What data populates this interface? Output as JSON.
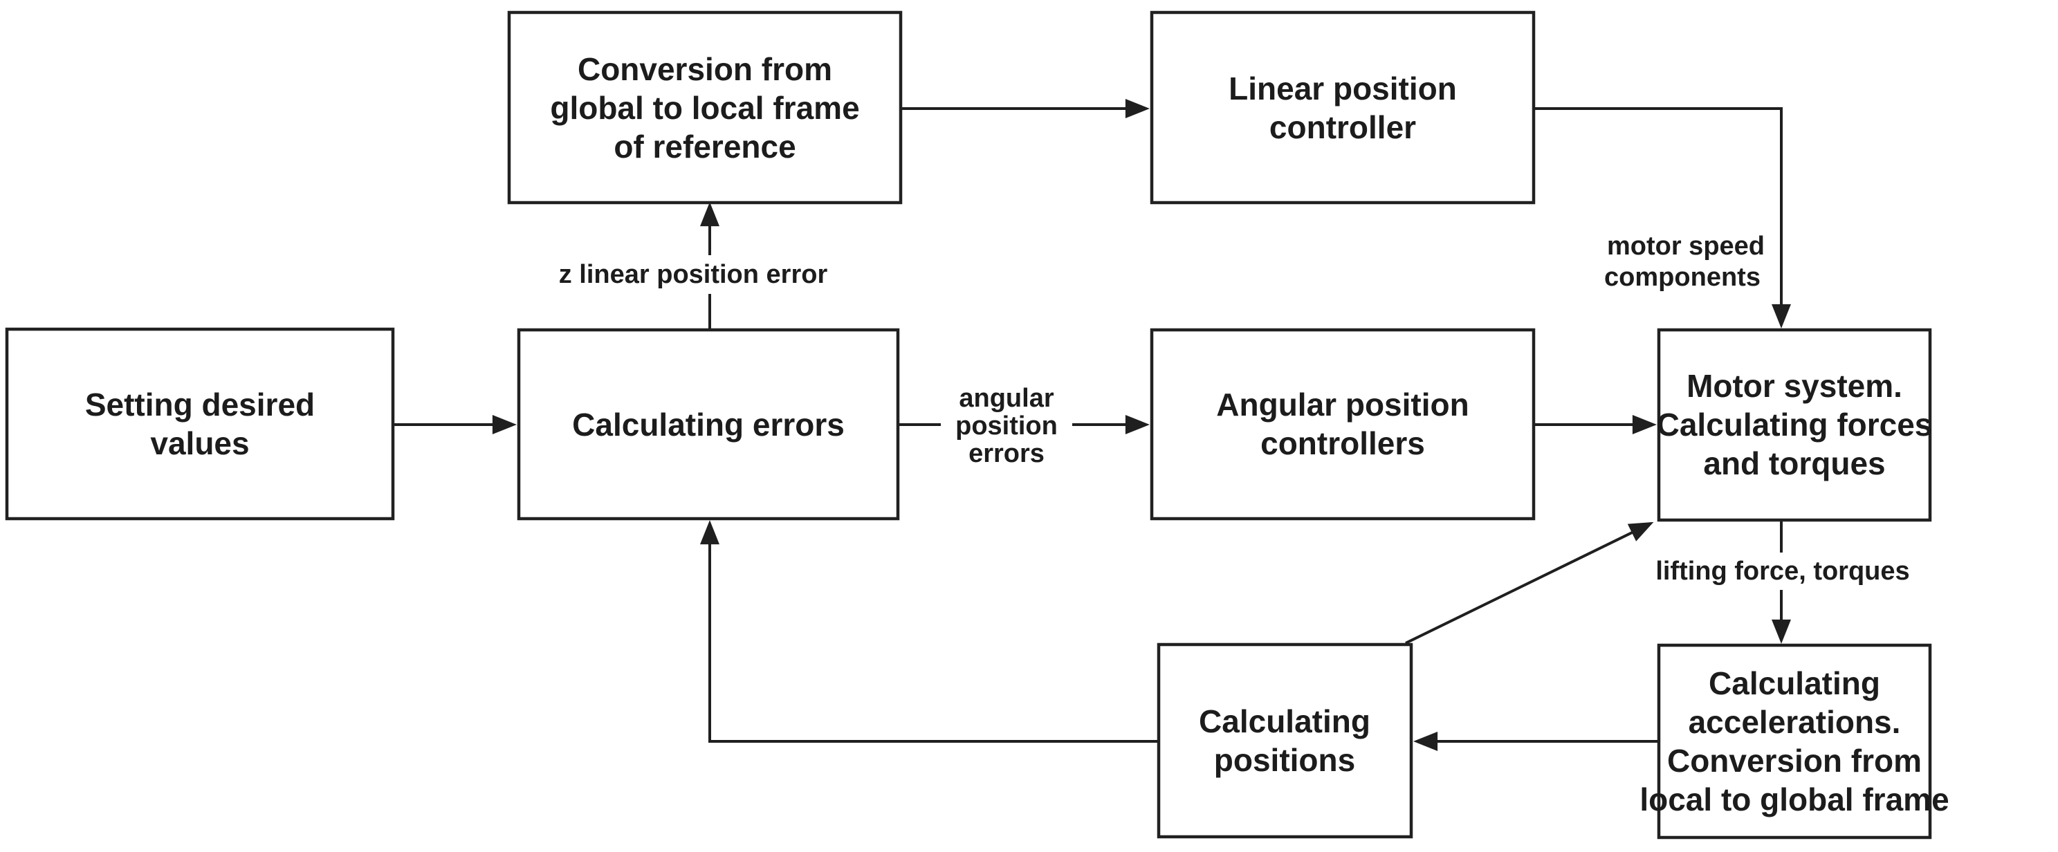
{
  "diagram": {
    "type": "flowchart",
    "colors": {
      "background": "#ffffff",
      "box_border": "#212121",
      "arrow": "#1f1f1f",
      "text": "#1c1c1c"
    },
    "nodes": [
      {
        "id": "conversion-global-to-local",
        "lines": [
          "Conversion from",
          "global to local frame",
          "of reference"
        ]
      },
      {
        "id": "linear-position-controller",
        "lines": [
          "Linear position",
          "controller"
        ]
      },
      {
        "id": "setting-desired-values",
        "lines": [
          "Setting desired",
          "values"
        ]
      },
      {
        "id": "calculating-errors",
        "lines": [
          "Calculating errors"
        ]
      },
      {
        "id": "angular-position-controllers",
        "lines": [
          "Angular position",
          "controllers"
        ]
      },
      {
        "id": "motor-system",
        "lines": [
          "Motor system.",
          "Calculating forces",
          "and torques"
        ]
      },
      {
        "id": "calculating-positions",
        "lines": [
          "Calculating",
          "positions"
        ]
      },
      {
        "id": "calculating-accelerations",
        "lines": [
          "Calculating",
          "accelerations.",
          "Conversion from",
          "local to global frame"
        ]
      }
    ],
    "edge_labels": [
      {
        "id": "z-linear-position-error",
        "lines": [
          "z linear position error"
        ]
      },
      {
        "id": "angular-position-errors",
        "lines": [
          "angular",
          "position",
          "errors"
        ]
      },
      {
        "id": "motor-speed-components",
        "lines": [
          "motor speed",
          "components"
        ]
      },
      {
        "id": "lifting-force-torques",
        "lines": [
          "lifting force, torques"
        ]
      }
    ]
  }
}
